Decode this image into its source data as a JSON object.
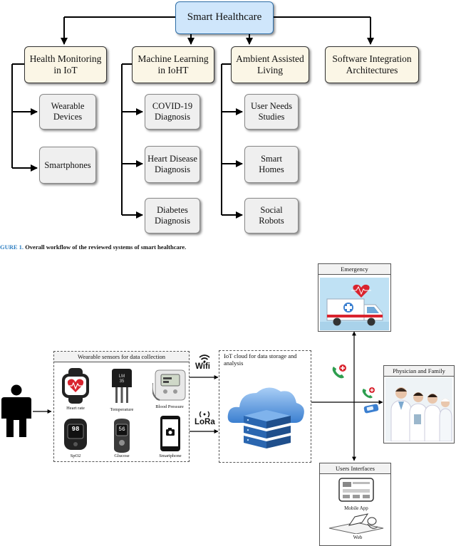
{
  "figure1": {
    "root": "Smart Healthcare",
    "categories": [
      {
        "label": "Health Monitoring\nin IoT",
        "items": [
          "Wearable\nDevices",
          "Smartphones"
        ]
      },
      {
        "label": "Machine Learning\nin IoHT",
        "items": [
          "COVID-19\nDiagnosis",
          "Heart Disease\nDiagnosis",
          "Diabetes\nDiagnosis"
        ]
      },
      {
        "label": "Ambient Assisted\nLiving",
        "items": [
          "User Needs\nStudies",
          "Smart\nHomes",
          "Social\nRobots"
        ]
      },
      {
        "label": "Software Integration\nArchitectures",
        "items": []
      }
    ],
    "caption_label": "GURE 1.",
    "caption_text": " Overall workflow of the reviewed systems of smart healthcare."
  },
  "figure2": {
    "sensors_title": "Wearable sensors for data collection",
    "sensors": [
      "Heart rate",
      "Temperature",
      "Blood Pressure",
      "SpO2",
      "Glucose",
      "Smartphone"
    ],
    "sensor_readouts": {
      "temp": "LM\n35",
      "spo2": "98",
      "glucose": "56"
    },
    "wifi_label": "Wifi",
    "lora_label": "LoRa",
    "cloud_title": "IoT cloud for data storage and analysis",
    "emergency_title": "Emergency",
    "physician_title": "Physician and Family",
    "ui_title": "Users Interfaces",
    "ui_items": [
      "Mobile App",
      "Web"
    ]
  },
  "colors": {
    "root_fill": "#cfe6fb",
    "category_fill": "#fbf6e6",
    "leaf_fill": "#efefef",
    "caption_blue": "#2f7fc2",
    "cloud_blue": "#3b7fd0",
    "ambulance_red": "#d9232e",
    "call_green": "#2e9e4f"
  }
}
